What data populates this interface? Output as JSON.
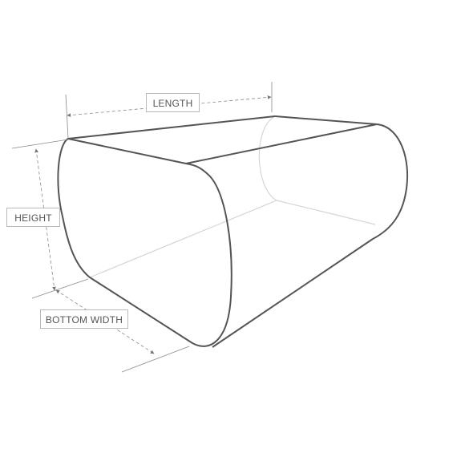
{
  "labels": {
    "length": "LENGTH",
    "height": "HEIGHT",
    "bottom_width": "BOTTOM WIDTH"
  },
  "colors": {
    "outline": "#555555",
    "hidden_edge": "#d6d6d6",
    "dimension_line": "#8a8a8a",
    "label_border": "#b9b9b9",
    "label_text": "#555555"
  }
}
